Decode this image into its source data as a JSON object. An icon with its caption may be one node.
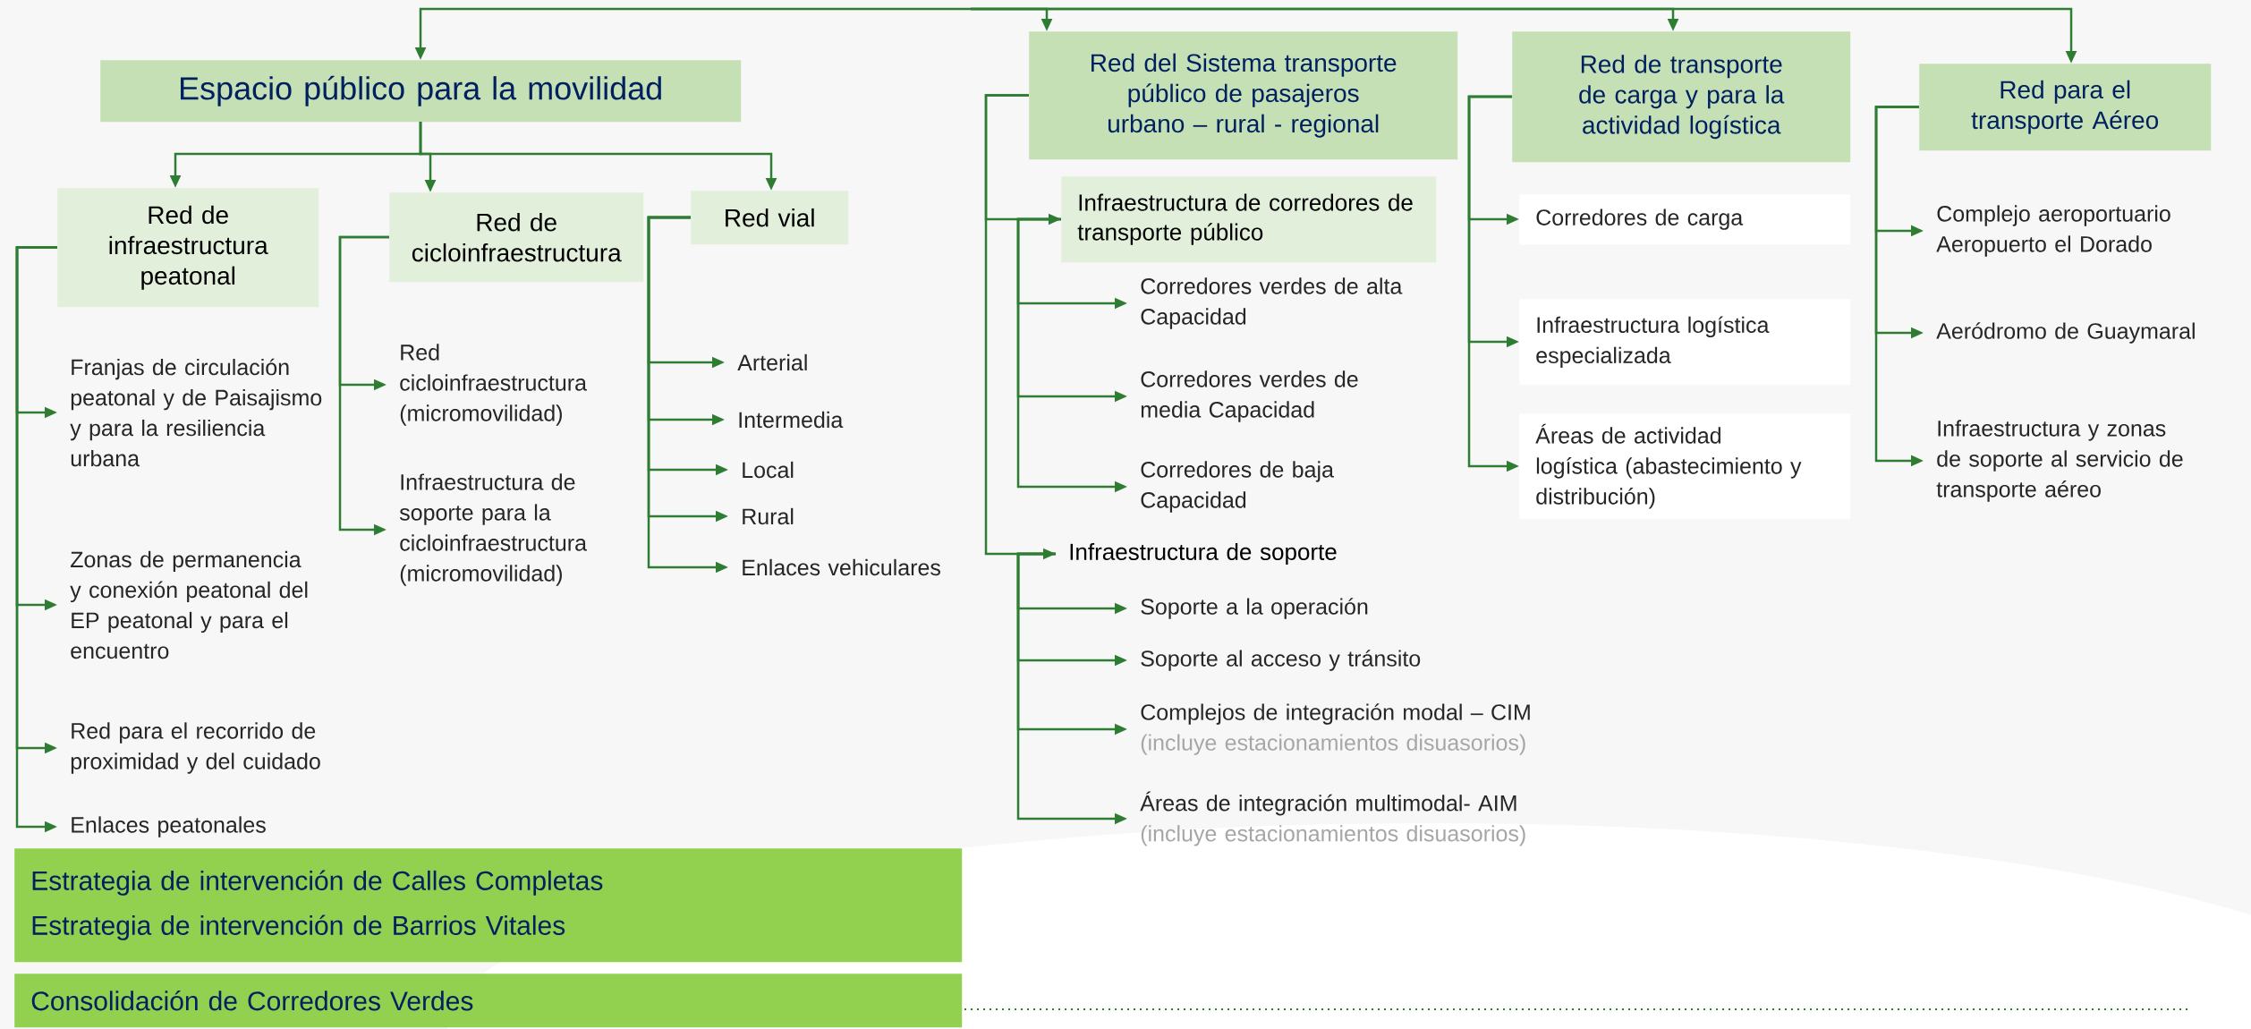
{
  "diagram": {
    "nodes": [
      {
        "text": [
          "Espacio público para la movilidad"
        ]
      },
      {
        "text": [
          "Red de infraestructura peatonal"
        ]
      },
      {
        "text": [
          "Franjas de circulación peatonal y de Paisajismo y para la resiliencia urbana"
        ]
      },
      {
        "text": [
          "Zonas de permanencia y conexión peatonal del EP peatonal y para el encuentro"
        ]
      },
      {
        "text": [
          "Red para el recorrido de proximidad y del cuidado"
        ]
      },
      {
        "text": [
          "Enlaces peatonales"
        ]
      },
      {
        "text": [
          "Red de cicloinfraestructura"
        ]
      },
      {
        "text": [
          "Red cicloinfraestructura (micromovilidad)"
        ]
      },
      {
        "text": [
          "Infraestructura de soporte para la cicloinfraestructura (micromovilidad)"
        ]
      },
      {
        "text": [
          "Red vial"
        ]
      },
      {
        "text": [
          "Arterial"
        ]
      },
      {
        "text": [
          "Intermedia"
        ]
      },
      {
        "text": [
          "Local"
        ]
      },
      {
        "text": [
          "Rural"
        ]
      },
      {
        "text": [
          "Enlaces vehiculares"
        ]
      },
      {
        "text": [
          "Red del Sistema transporte público de pasajeros urbano – rural - regional"
        ]
      },
      {
        "text": [
          "Infraestructura de corredores de transporte público"
        ]
      },
      {
        "text": [
          "Corredores verdes de alta Capacidad"
        ]
      },
      {
        "text": [
          "Corredores verdes de media Capacidad"
        ]
      },
      {
        "text": [
          "Corredores de baja Capacidad"
        ]
      },
      {
        "text": [
          "Infraestructura de soporte"
        ]
      },
      {
        "text": [
          "Soporte a la operación"
        ]
      },
      {
        "text": [
          "Soporte al acceso y tránsito"
        ]
      },
      {
        "text": [
          "Complejos de integración modal – CIM",
          "(incluye estacionamientos disuasorios)"
        ]
      },
      {
        "text": [
          "Áreas de integración multimodal- AIM",
          "(incluye estacionamientos disuasorios)"
        ]
      },
      {
        "text": [
          "Red de transporte de carga y para la actividad logística"
        ]
      },
      {
        "text": [
          "Corredores de carga"
        ]
      },
      {
        "text": [
          "Infraestructura logística especializada"
        ]
      },
      {
        "text": [
          "Áreas de actividad logística (abastecimiento y distribución)"
        ]
      },
      {
        "text": [
          "Red para el transporte Aéreo"
        ]
      },
      {
        "text": [
          "Complejo aeroportuario Aeropuerto el Dorado"
        ]
      },
      {
        "text": [
          "Aeródromo de Guaymaral"
        ]
      },
      {
        "text": [
          "Infraestructura y zonas de soporte al servicio de transporte aéreo"
        ]
      },
      {
        "text": [
          "Estrategia de intervención de Calles Completas",
          "Estrategia de intervención de Barrios Vitales"
        ]
      },
      {
        "text": [
          "Consolidación de Corredores Verdes"
        ]
      }
    ],
    "edges": [
      {
        "from": null,
        "to": 0,
        "arrow": "to"
      },
      {
        "from": null,
        "to": 15,
        "arrow": "to"
      },
      {
        "from": null,
        "to": 25,
        "arrow": "to"
      },
      {
        "from": null,
        "to": 29,
        "arrow": "to"
      },
      {
        "from": 0,
        "to": 1,
        "arrow": "to"
      },
      {
        "from": 0,
        "to": 6,
        "arrow": "to"
      },
      {
        "from": 0,
        "to": 9,
        "arrow": "to"
      },
      {
        "from": 1,
        "to": 2,
        "arrow": "to"
      },
      {
        "from": 1,
        "to": 3,
        "arrow": "to"
      },
      {
        "from": 1,
        "to": 4,
        "arrow": "to"
      },
      {
        "from": 1,
        "to": 5,
        "arrow": "to"
      },
      {
        "from": 6,
        "to": 7,
        "arrow": "to"
      },
      {
        "from": 6,
        "to": 8,
        "arrow": "to"
      },
      {
        "from": 9,
        "to": 10,
        "arrow": "to"
      },
      {
        "from": 9,
        "to": 11,
        "arrow": "to"
      },
      {
        "from": 9,
        "to": 12,
        "arrow": "to"
      },
      {
        "from": 9,
        "to": 13,
        "arrow": "to"
      },
      {
        "from": 9,
        "to": 14,
        "arrow": "to"
      },
      {
        "from": 15,
        "to": 16,
        "arrow": "to"
      },
      {
        "from": 15,
        "to": 20,
        "arrow": "to"
      },
      {
        "from": 16,
        "to": 17,
        "arrow": "to"
      },
      {
        "from": 16,
        "to": 18,
        "arrow": "to"
      },
      {
        "from": 16,
        "to": 19,
        "arrow": "to"
      },
      {
        "from": 20,
        "to": 21,
        "arrow": "to"
      },
      {
        "from": 20,
        "to": 22,
        "arrow": "to"
      },
      {
        "from": 20,
        "to": 23,
        "arrow": "to"
      },
      {
        "from": 20,
        "to": 24,
        "arrow": "to"
      },
      {
        "from": 25,
        "to": 26,
        "arrow": "to"
      },
      {
        "from": 25,
        "to": 27,
        "arrow": "to"
      },
      {
        "from": 25,
        "to": 28,
        "arrow": "to"
      },
      {
        "from": 29,
        "to": 30,
        "arrow": "to"
      },
      {
        "from": 29,
        "to": 31,
        "arrow": "to"
      },
      {
        "from": 29,
        "to": 32,
        "arrow": "to"
      }
    ]
  }
}
